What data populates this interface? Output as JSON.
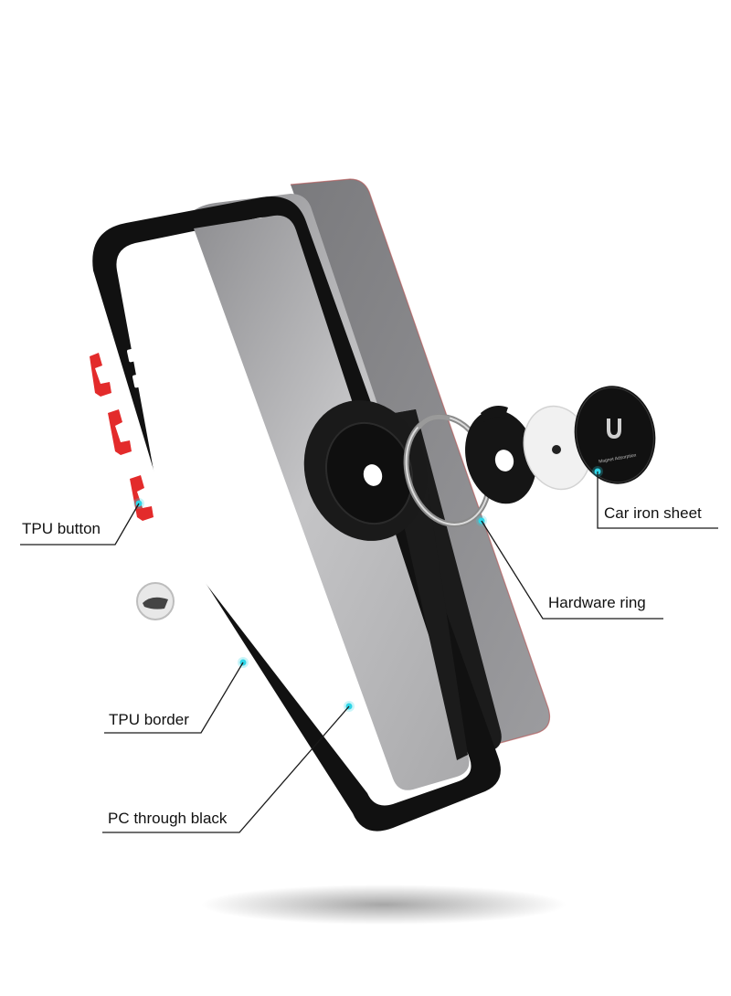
{
  "callouts": {
    "tpu_button": "TPU button",
    "tpu_border": "TPU border",
    "pc_through_black": "PC through black",
    "hardware_ring": "Hardware ring",
    "car_iron_sheet": "Car iron sheet"
  },
  "plate_text": "Magnet Adsorption",
  "colors": {
    "frame": "#111111",
    "button_red": "#e32b2b",
    "marker_cyan": "#2fd6e8",
    "panel_gray": "#b9b9bb"
  }
}
